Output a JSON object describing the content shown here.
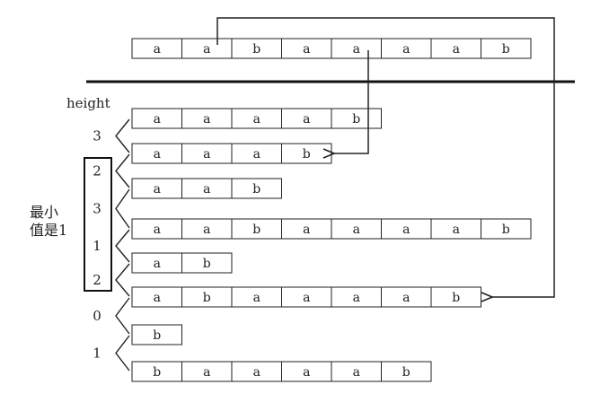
{
  "top_string": [
    "a",
    "a",
    "b",
    "a",
    "a",
    "a",
    "a",
    "b"
  ],
  "height_label": "height",
  "min_note": [
    "最小",
    "值是1"
  ],
  "heights": [
    "3",
    "2",
    "3",
    "1",
    "2",
    "0",
    "1"
  ],
  "suffixes": [
    [
      "a",
      "a",
      "a",
      "a",
      "b"
    ],
    [
      "a",
      "a",
      "a",
      "b"
    ],
    [
      "a",
      "a",
      "b"
    ],
    [
      "a",
      "a",
      "b",
      "a",
      "a",
      "a",
      "a",
      "b"
    ],
    [
      "a",
      "b"
    ],
    [
      "a",
      "b",
      "a",
      "a",
      "a",
      "a",
      "b"
    ],
    [
      "b"
    ],
    [
      "b",
      "a",
      "a",
      "a",
      "a",
      "b"
    ]
  ]
}
